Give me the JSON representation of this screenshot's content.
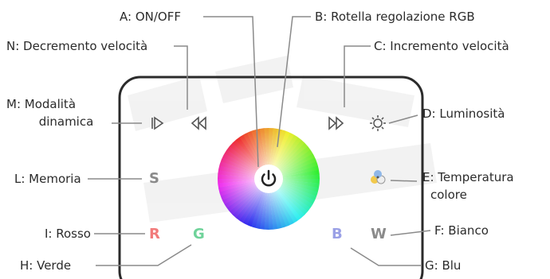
{
  "labels": {
    "a": "A: ON/OFF",
    "b": "B: Rotella regolazione RGB",
    "c": "C: Incremento velocità",
    "d": "D: Luminosità",
    "e_line1": "E: Temperatura",
    "e_line2": "colore",
    "f": "F: Bianco",
    "g": "G: Blu",
    "h": "H: Verde",
    "i": "I: Rosso",
    "l": "L: Memoria",
    "m_line1": "M: Modalità",
    "m_line2": "dinamica",
    "n": "N: Decremento velocità"
  },
  "buttons": {
    "memory": "S",
    "red": "R",
    "green": "G",
    "blue": "B",
    "white": "W"
  },
  "icons": [
    "power-icon",
    "play-icon",
    "rewind-icon",
    "fast-forward-icon",
    "brightness-icon",
    "color-temperature-icon"
  ],
  "colors": {
    "red": "#f27b7b",
    "green": "#6fd39a",
    "blue": "#9aa0e6",
    "white": "#8a8a8a",
    "memory": "#8a8a8a",
    "line": "#8a8a8a",
    "frame": "#2b2b2b"
  }
}
